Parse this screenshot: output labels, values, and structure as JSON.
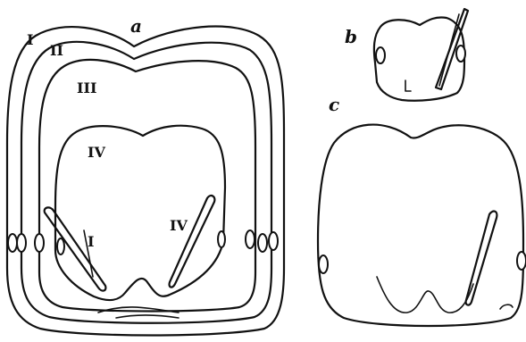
{
  "labels": {
    "figure_a": "a",
    "figure_b": "b",
    "figure_c": "c",
    "ring_I": "I",
    "ring_II": "II",
    "ring_III": "III",
    "ring_IV": "IV",
    "inner_I": "I",
    "inner_IV": "IV"
  },
  "colors": {
    "ink": "#111111",
    "paper": "#ffffff"
  }
}
